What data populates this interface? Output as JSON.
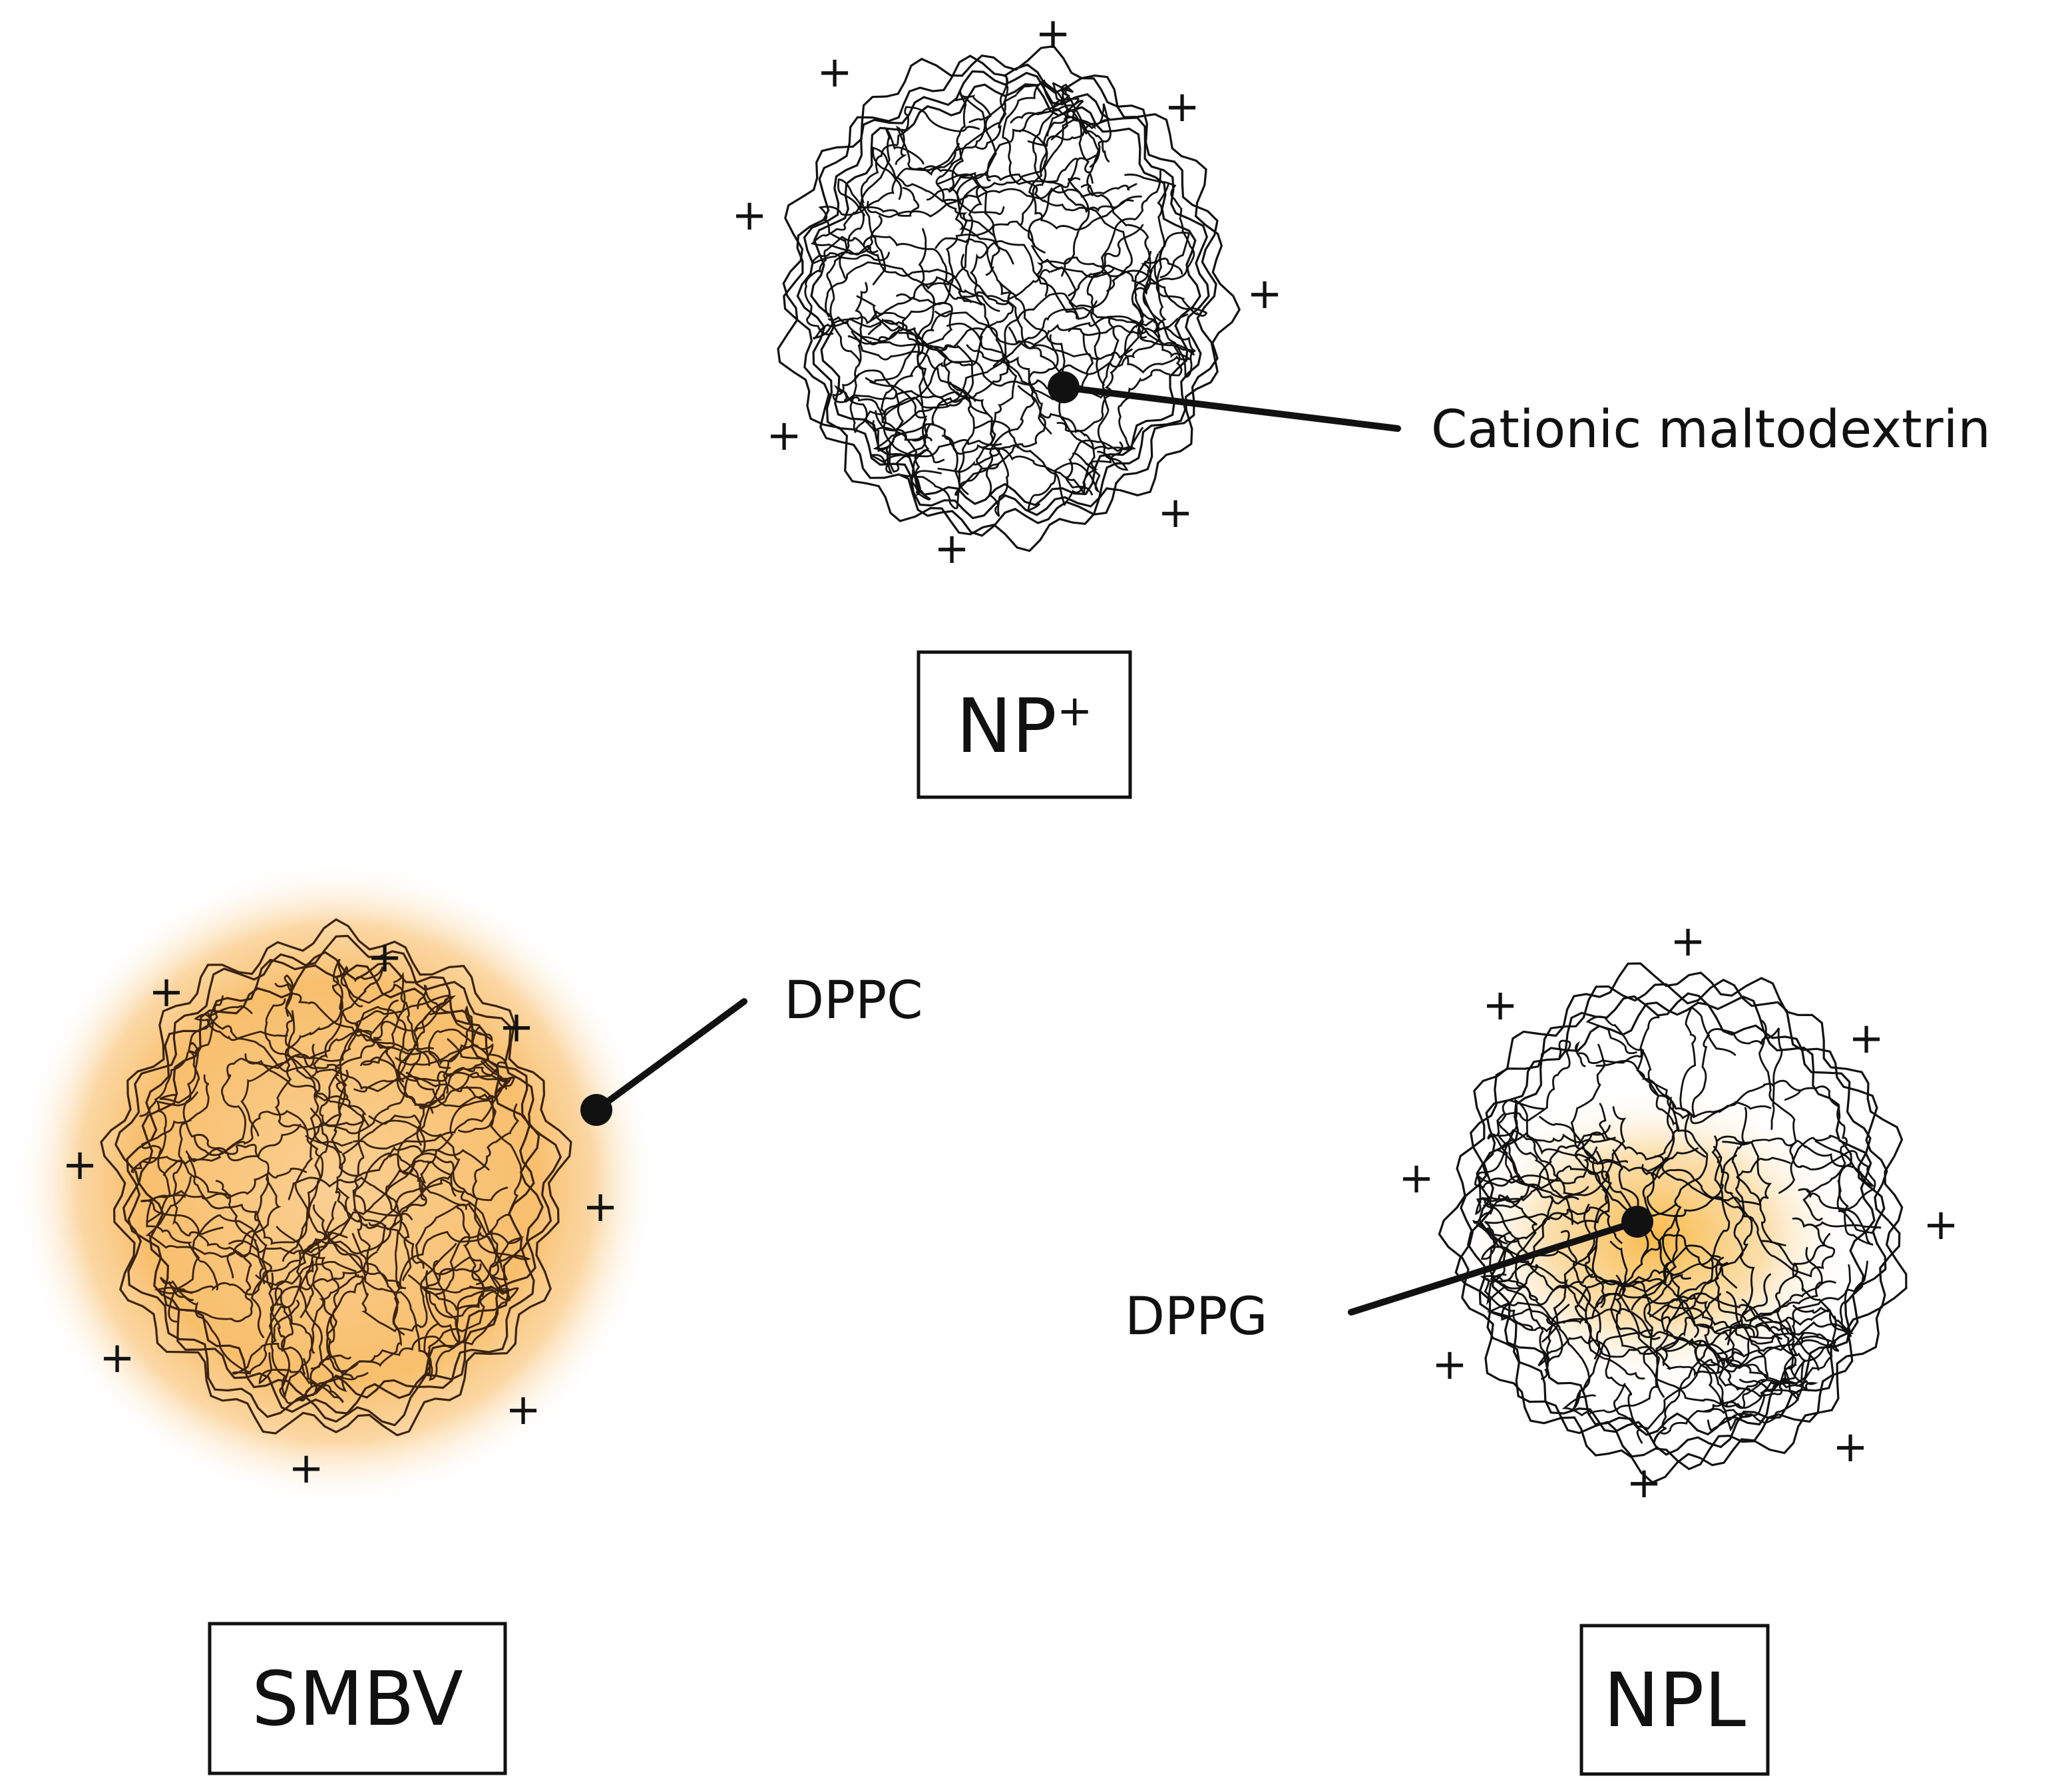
{
  "particles": [
    {
      "id": "np-plus",
      "name_main": "NP",
      "name_sup": "+",
      "pointer_label": "Cationic maltodextrin"
    },
    {
      "id": "smbv",
      "name_main": "SMBV",
      "name_sup": "",
      "pointer_label": "DPPC"
    },
    {
      "id": "npl",
      "name_main": "NPL",
      "name_sup": "",
      "pointer_label": "DPPG"
    }
  ],
  "charge_symbol": "+",
  "colors": {
    "ink": "#111111",
    "lipid_shell": "#f6a93b",
    "lipid_core": "#f9b640",
    "smbv_coil": "#7a4a1e"
  }
}
